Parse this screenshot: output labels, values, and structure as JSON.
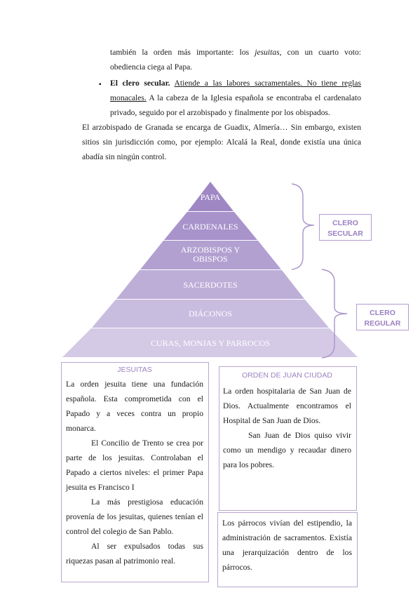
{
  "text": {
    "p1": "también la orden más importante: los jesuitas, con un cuarto voto: obediencia ciega al Papa.",
    "p1_a": "también la orden más importante: los ",
    "p1_em": "jesuitas",
    "p1_b": ", con un cuarto voto: obediencia ciega al Papa.",
    "bullet_bold": "El clero secular.",
    "bullet_underlined": "Atiende a las labores sacramentales. No tiene reglas monacales.",
    "bullet_rest": " A la cabeza de la Iglesia española se encontraba el cardenalato privado, seguido por el arzobispado y finalmente por los obispados.",
    "p2": "El arzobispado de Granada se encarga de Guadix, Almería… Sin embargo, existen sitios sin jurisdicción como, por ejemplo: Alcalá la Real, donde existía una única abadía sin ningún control."
  },
  "pyramid": {
    "levels": [
      "PAPA",
      "CARDENALES",
      "ARZOBISPOS Y OBISPOS",
      "SACERDOTES",
      "DIÁCONOS",
      "CURAS, MONJAS Y PARROCOS"
    ],
    "level3_line1": "ARZOBISPOS Y",
    "level3_line2": "OBISPOS",
    "colors": [
      "#9f87c4",
      "#a893cb",
      "#b2a0d1",
      "#bdaed8",
      "#c8bcdf",
      "#d4cae6"
    ],
    "label_secular_1": "CLERO",
    "label_secular_2": "SECULAR",
    "label_regular_1": "CLERO",
    "label_regular_2": "REGULAR"
  },
  "boxes": {
    "jesuitas": {
      "title": "JESUITAS",
      "p1": "La orden jesuita tiene una fundación española. Esta comprometida con el Papado y a veces contra un propio monarca.",
      "p2": "El Concilio de Trento se crea por parte de los jesuitas. Controlaban el Papado a ciertos niveles: el primer Papa jesuita es Francisco I",
      "p3": "La más prestigiosa educación provenía de los jesuitas, quienes tenían el control del colegio de San Pablo.",
      "p4": "Al ser expulsados todas sus riquezas pasan al patrimonio real."
    },
    "juan": {
      "title": "ORDEN DE JUAN CIUDAD",
      "p1": "La orden hospitalaria de San Juan de Dios. Actualmente encontramos el Hospital de San Juan de Dios.",
      "p2": "San Juan de Dios quiso vivir como un mendigo y recaudar dinero para los pobres."
    },
    "parrocos": {
      "p1": "Los párrocos vivían del estipendio, la administración de sacramentos. Existía una jerarquización dentro de los párrocos."
    }
  }
}
